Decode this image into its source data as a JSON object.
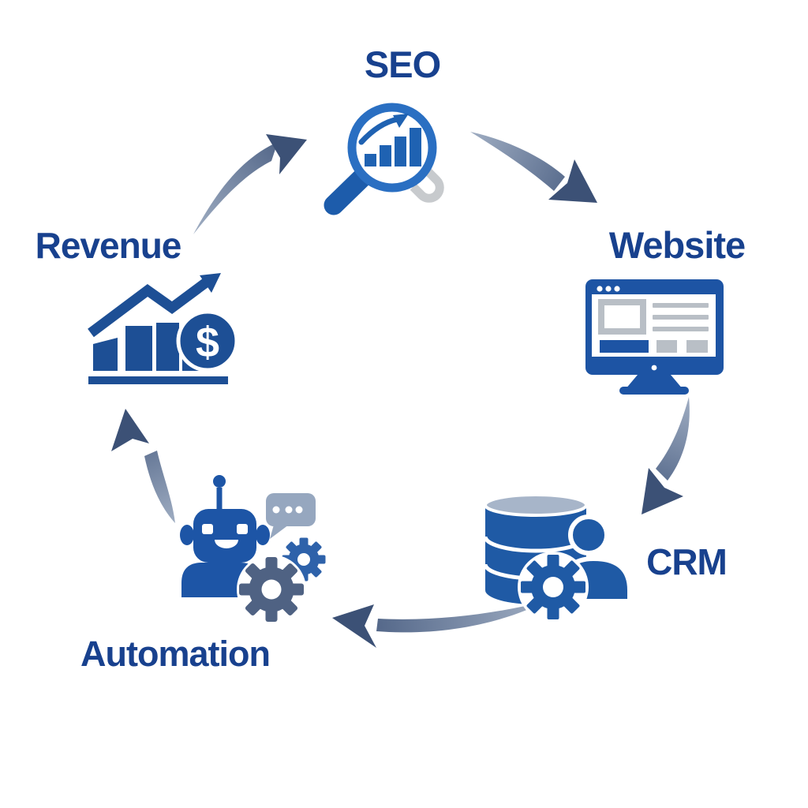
{
  "diagram": {
    "type": "cycle",
    "background": "#ffffff",
    "nodes": {
      "seo": {
        "label": "SEO",
        "icon": "magnifier-growth-chart-icon"
      },
      "website": {
        "label": "Website",
        "icon": "browser-monitor-icon"
      },
      "crm": {
        "label": "CRM",
        "icon": "database-user-gear-icon"
      },
      "automation": {
        "label": "Automation",
        "icon": "robot-chat-gears-icon"
      },
      "revenue": {
        "label": "Revenue",
        "icon": "bar-chart-dollar-icon",
        "coin_symbol": "$"
      }
    },
    "flow": [
      {
        "from": "seo",
        "to": "website"
      },
      {
        "from": "website",
        "to": "crm"
      },
      {
        "from": "crm",
        "to": "automation"
      },
      {
        "from": "automation",
        "to": "revenue"
      },
      {
        "from": "revenue",
        "to": "seo"
      }
    ],
    "colors": {
      "label_text": "#18418e",
      "icon_blue": "#1f5aa5",
      "icon_blue_bright": "#2a6fc2",
      "arrow_dark": "#3c5176",
      "arrow_light": "#9fadc2",
      "gray_accent": "#b9bfc6",
      "gray_link": "#c7cacd",
      "slate_gear": "#4f6283",
      "bubble_gray_blue": "#96a7bf",
      "db_top": "#a7b5c9"
    }
  }
}
